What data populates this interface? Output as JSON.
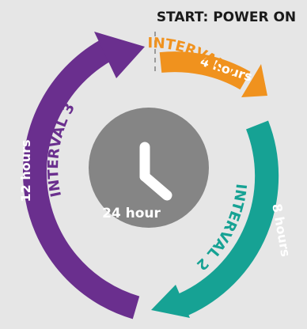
{
  "start_label": "START: POWER ON",
  "center_label": "24 hour",
  "colors": {
    "background": "#e6e6e6",
    "clock_face": "#858585",
    "clock_hands": "#ffffff",
    "interval_1": "#f0921e",
    "interval_2": "#16a294",
    "interval_3": "#6a2f8e",
    "dashed_line": "#9a9a9a",
    "start_text": "#1a1a1a"
  },
  "intervals": [
    {
      "id": "interval_1",
      "label": "INTERVAL 1",
      "duration": "4 hours"
    },
    {
      "id": "interval_2",
      "label": "INTERVAL 2",
      "duration": "8 hours"
    },
    {
      "id": "interval_3",
      "label": "INTERVAL 3",
      "duration": "12 hours"
    }
  ],
  "icons": {
    "clock": "clock-icon"
  }
}
